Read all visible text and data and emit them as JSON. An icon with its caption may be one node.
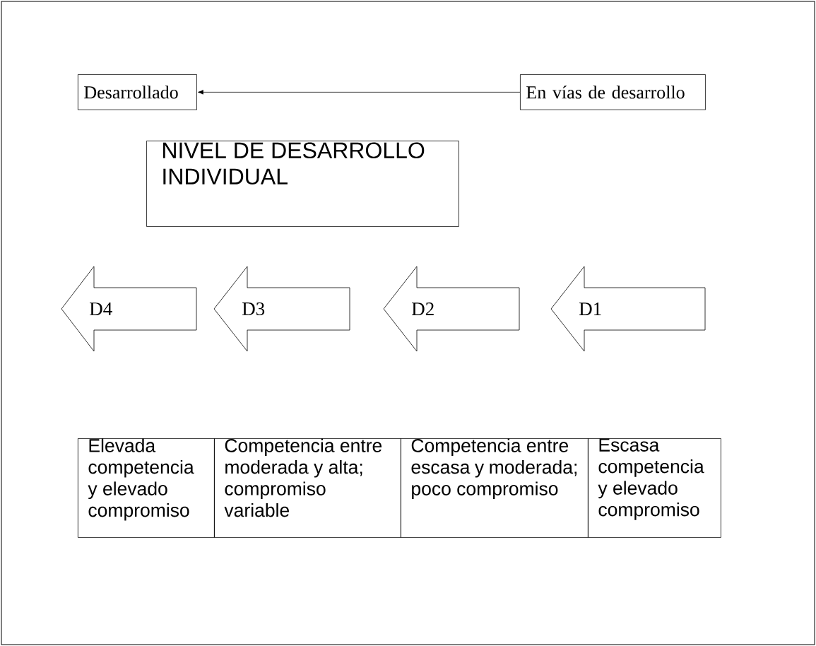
{
  "diagram": {
    "nodes": [
      {
        "text": [
          "Desarrollado"
        ]
      },
      {
        "text": [
          "En vías de desarrollo"
        ]
      },
      {
        "text": [
          "NIVEL DE DESARROLLO INDIVIDUAL"
        ]
      },
      {
        "text": [
          "D4"
        ]
      },
      {
        "text": [
          "D3"
        ]
      },
      {
        "text": [
          "D2"
        ]
      },
      {
        "text": [
          "D1"
        ]
      },
      {
        "text": [
          "Elevada competencia y elevado compromiso"
        ]
      },
      {
        "text": [
          "Competencia entre moderada y alta; compromiso variable"
        ]
      },
      {
        "text": [
          "Competencia entre escasa y moderada; poco compromiso"
        ]
      },
      {
        "text": [
          "Escasa competencia y elevado compromiso"
        ]
      }
    ],
    "edges": [
      {
        "from": 1,
        "to": 0,
        "arrow": "to"
      }
    ]
  }
}
